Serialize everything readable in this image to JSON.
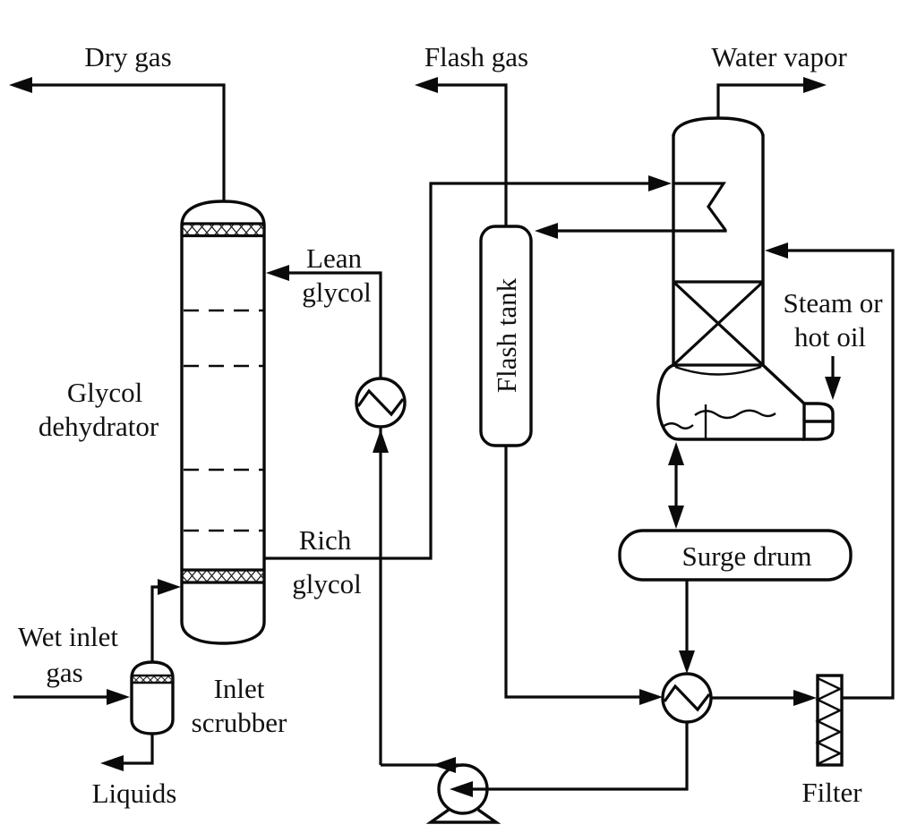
{
  "diagram": {
    "type": "process-flow-diagram",
    "subject": "Glycol dehydration unit",
    "background": "#ffffff",
    "line_color": "#0a0a0a",
    "streams": {
      "dry_gas": "Dry gas",
      "flash_gas": "Flash gas",
      "water_vapor": "Water vapor",
      "lean_glycol": [
        "Lean",
        "glycol"
      ],
      "rich_glycol": [
        "Rich",
        "glycol"
      ],
      "wet_inlet_gas": [
        "Wet inlet",
        "gas"
      ],
      "liquids": "Liquids",
      "steam_or_hot_oil": [
        "Steam or",
        "hot oil"
      ]
    },
    "equipment": {
      "glycol_dehydrator": [
        "Glycol",
        "dehydrator"
      ],
      "inlet_scrubber": [
        "Inlet",
        "scrubber"
      ],
      "flash_tank": "Flash tank",
      "surge_drum": "Surge drum",
      "filter": "Filter"
    }
  }
}
